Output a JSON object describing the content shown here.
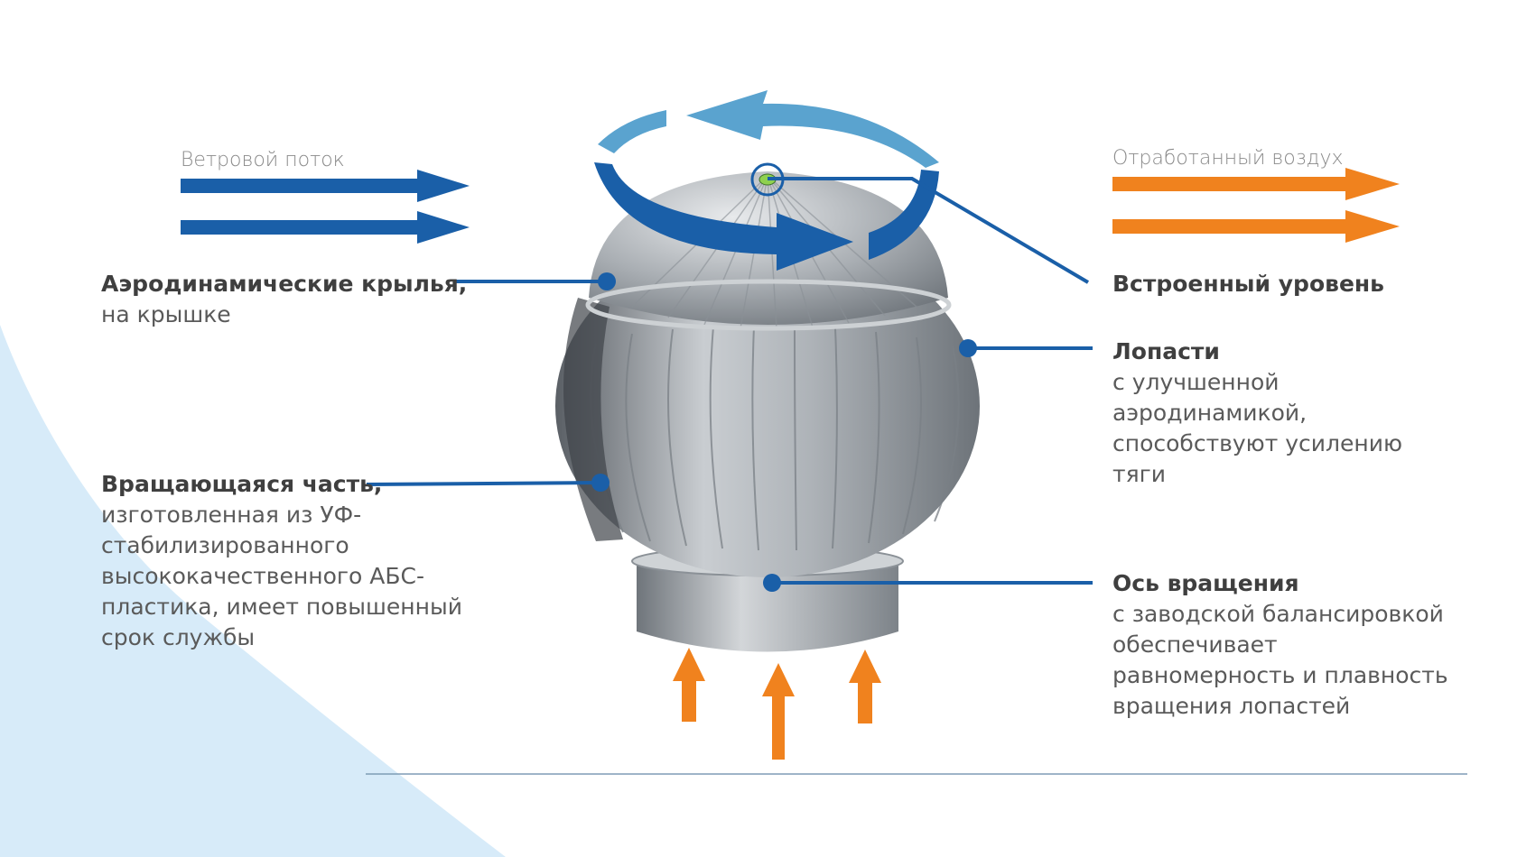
{
  "labels": {
    "wind_flow": "Ветровой поток",
    "exhaust_air": "Отработанный воздух"
  },
  "callouts": {
    "wings": {
      "title": "Аэродинамические крылья,",
      "lines": [
        "на крышке"
      ]
    },
    "rotating": {
      "title": "Вращающаяся часть,",
      "lines": [
        "изготовленная из УФ-",
        "стабилизированного",
        "высококачественного АБС-",
        "пластика, имеет повышенный",
        "срок службы"
      ]
    },
    "level": {
      "title": "Встроенный уровень",
      "lines": []
    },
    "blades": {
      "title": "Лопасти",
      "lines": [
        "с улучшенной",
        "аэродинамикой,",
        "способствуют усилению",
        "тяги"
      ]
    },
    "axis": {
      "title": "Ось вращения",
      "lines": [
        "с заводской балансировкой",
        "обеспечивает",
        "равномерность и плавность",
        "вращения лопастей"
      ]
    }
  },
  "colors": {
    "blue": "#1a5fa8",
    "light_blue": "#5aa3cf",
    "orange": "#f0821e",
    "background_wave": "#d7ebf9",
    "gray_metal": "#a9aeb3",
    "divider": "#7e9cb5"
  }
}
